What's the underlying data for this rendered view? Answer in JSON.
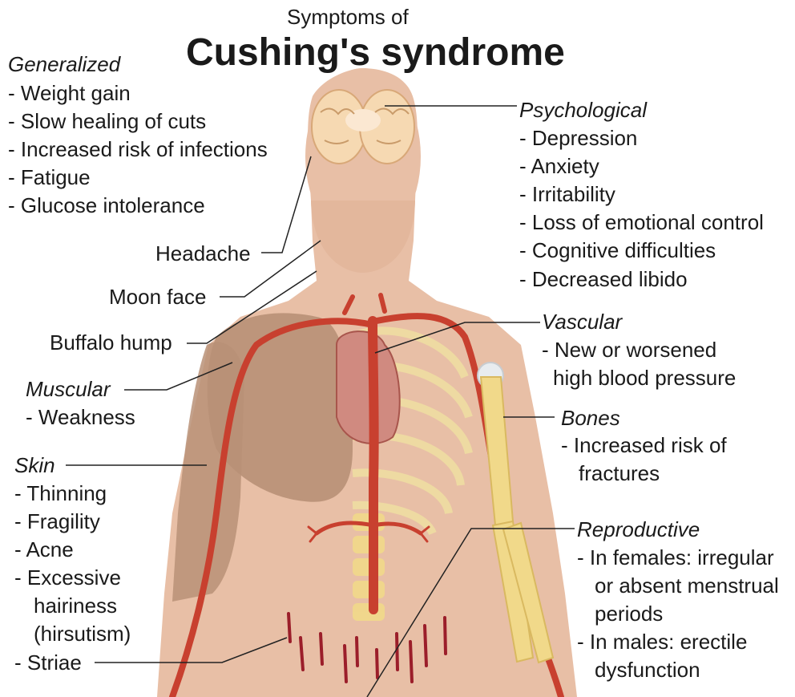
{
  "title": {
    "line1": "Symptoms of",
    "line2": "Cushing's syndrome"
  },
  "generalized": {
    "heading": "Generalized",
    "items": [
      "- Weight gain",
      "- Slow healing of cuts",
      "- Increased risk of infections",
      "- Fatigue",
      "- Glucose intolerance"
    ]
  },
  "left_labels": {
    "headache": "Headache",
    "moon_face": "Moon face",
    "buffalo_hump": "Buffalo hump"
  },
  "muscular": {
    "heading": "Muscular",
    "items": [
      "- Weakness"
    ]
  },
  "skin": {
    "heading": "Skin",
    "items": [
      "- Thinning",
      "- Fragility",
      "- Acne",
      "- Excessive",
      "hairiness",
      "(hirsutism)",
      "- Striae"
    ]
  },
  "psychological": {
    "heading": "Psychological",
    "items": [
      "- Depression",
      "- Anxiety",
      "- Irritability",
      "- Loss of emotional control",
      "- Cognitive difficulties",
      "- Decreased libido"
    ]
  },
  "vascular": {
    "heading": "Vascular",
    "items": [
      "- New or worsened",
      "high blood pressure"
    ]
  },
  "bones": {
    "heading": "Bones",
    "items": [
      "- Increased risk of",
      "fractures"
    ]
  },
  "reproductive": {
    "heading": "Reproductive",
    "items": [
      "- In females: irregular",
      "or absent menstrual",
      "periods",
      "- In males: erectile",
      "dysfunction"
    ]
  },
  "colors": {
    "skin": "#e8bfa6",
    "skin_shadow": "#d9a98d",
    "brain": "#f6d9b2",
    "muscle": "#b08a72",
    "artery": "#c8402f",
    "bone": "#f1d98a",
    "striae": "#9b1e2a",
    "heart": "#d08a80",
    "leader_line": "#222222"
  },
  "icons": [
    "brain-illustration",
    "heart-illustration",
    "rib-cage-illustration",
    "spine-illustration",
    "arm-bone-illustration"
  ]
}
